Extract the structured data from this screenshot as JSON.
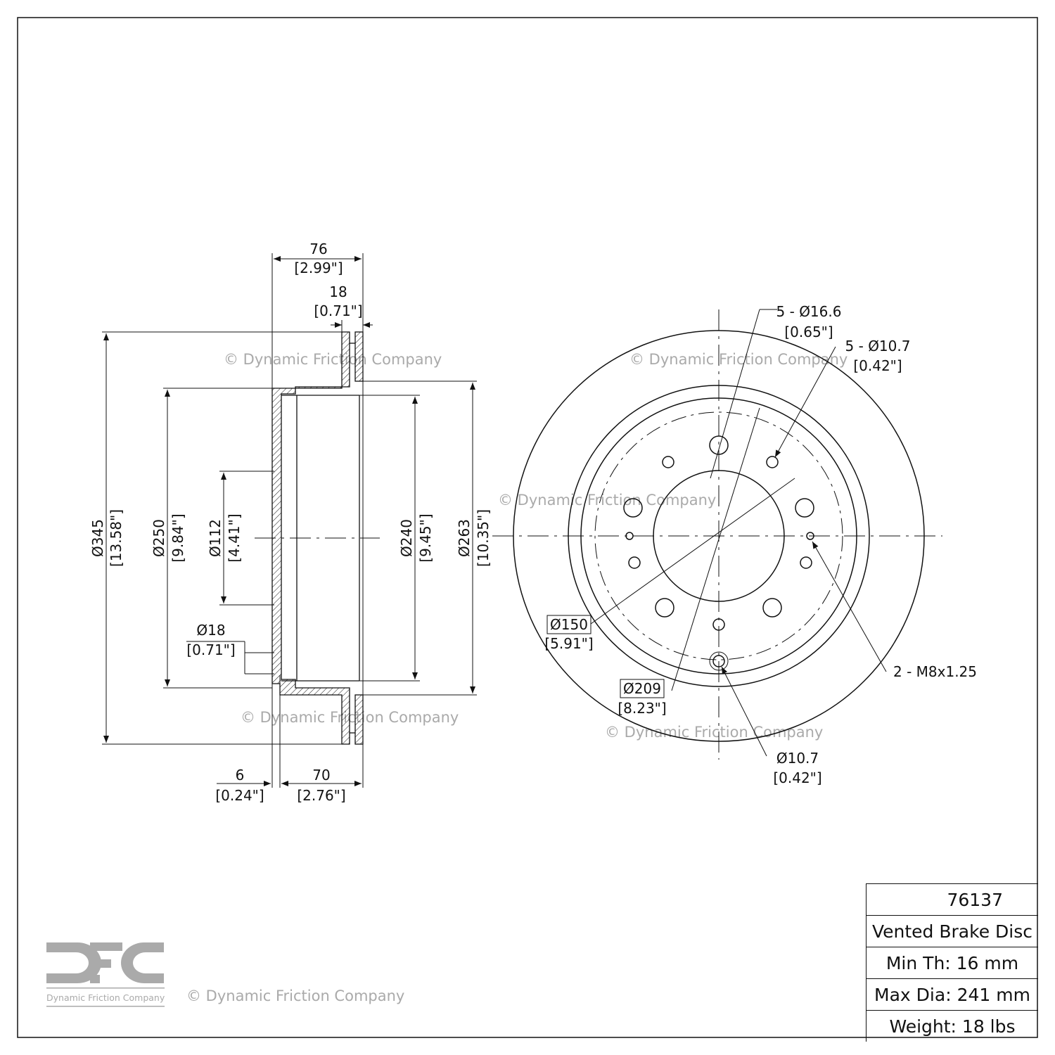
{
  "watermark": "© Dynamic Friction Company",
  "logo": {
    "letters": "DFC",
    "caption": "Dynamic Friction Company"
  },
  "title_block": {
    "part_number": "76137",
    "type": "Vented Brake Disc",
    "min_th": "Min Th: 16 mm",
    "max_dia": "Max Dia: 241 mm",
    "weight": "Weight: 18 lbs"
  },
  "side_view": {
    "overall_width": {
      "mm": "76",
      "in": "[2.99\"]"
    },
    "rotor_thickness": {
      "mm": "18",
      "in": "[0.71\"]"
    },
    "outer_dia": {
      "mm": "Ø345",
      "in": "[13.58\"]"
    },
    "hat_dia": {
      "mm": "Ø250",
      "in": "[9.84\"]"
    },
    "center_bore": {
      "mm": "Ø112",
      "in": "[4.41\"]"
    },
    "drum_dia": {
      "mm": "Ø240",
      "in": "[9.45\"]"
    },
    "inner_dia": {
      "mm": "Ø263",
      "in": "[10.35\"]"
    },
    "hole_dia": {
      "mm": "Ø18",
      "in": "[0.71\"]"
    },
    "face_thk": {
      "mm": "6",
      "in": "[0.24\"]"
    },
    "hat_depth": {
      "mm": "70",
      "in": "[2.76\"]"
    }
  },
  "front_view": {
    "bolt_holes": {
      "mm": "5 - Ø16.6",
      "in": "[0.65\"]"
    },
    "small_holes": {
      "mm": "5 - Ø10.7",
      "in": "[0.42\"]"
    },
    "thread": "2 - M8x1.25",
    "pcd150": {
      "mm": "Ø150",
      "in": "[5.91\"]"
    },
    "pcd209": {
      "mm": "Ø209",
      "in": "[8.23\"]"
    },
    "single_hole": {
      "mm": "Ø10.7",
      "in": "[0.42\"]"
    }
  }
}
